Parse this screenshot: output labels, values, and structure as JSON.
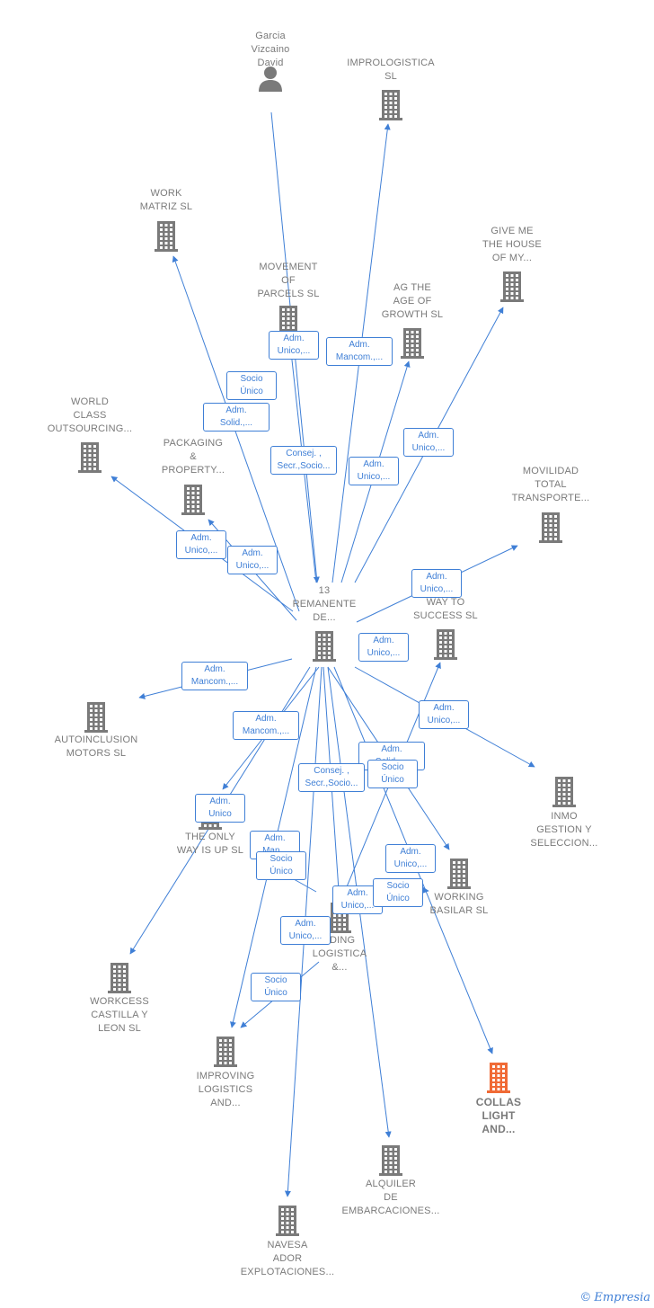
{
  "colors": {
    "edge": "#3f7fd6",
    "node": "#7a7a7a",
    "highlight": "#f06a35"
  },
  "footer": {
    "copyright": "©",
    "brand": "Empresia"
  },
  "nodes": [
    {
      "id": "person",
      "label": "Garcia\nVizcaino\nDavid",
      "icon": "person-icon"
    },
    {
      "id": "improl",
      "label": "IMPROLOGISTICA\nSL",
      "icon": "building-icon"
    },
    {
      "id": "workmatriz",
      "label": "WORK\nMATRIZ  SL",
      "icon": "building-icon"
    },
    {
      "id": "movement",
      "label": "MOVEMENT\nOF\nPARCELS  SL",
      "icon": "building-icon"
    },
    {
      "id": "agthe",
      "label": "AG THE\nAGE OF\nGROWTH  SL",
      "icon": "building-icon"
    },
    {
      "id": "giveme",
      "label": "GIVE ME\nTHE HOUSE\nOF MY...",
      "icon": "building-icon"
    },
    {
      "id": "worldclass",
      "label": "WORLD\nCLASS\nOUTSOURCING...",
      "icon": "building-icon"
    },
    {
      "id": "packaging",
      "label": "PACKAGING\n&\nPROPERTY...",
      "icon": "building-icon"
    },
    {
      "id": "movilidad",
      "label": "MOVILIDAD\nTOTAL\nTRANSPORTE...",
      "icon": "building-icon"
    },
    {
      "id": "center",
      "label": "13\nREMANENTE\nDE...",
      "icon": "building-icon"
    },
    {
      "id": "success",
      "label": "S\nWAY TO\nSUCCESS  SL",
      "icon": "building-icon"
    },
    {
      "id": "autoinclusion",
      "label": "AUTOINCLUSION\nMOTORS  SL",
      "icon": "building-icon"
    },
    {
      "id": "inmo",
      "label": "INMO\nGESTION Y\nSELECCION...",
      "icon": "building-icon"
    },
    {
      "id": "theonly",
      "label": "THE ONLY\nWAY IS UP  SL",
      "icon": "building-icon"
    },
    {
      "id": "workingbasilar",
      "label": "WORKING\nBASILAR  SL",
      "icon": "building-icon"
    },
    {
      "id": "holding",
      "label": "LDING\nLOGISTICA\n&...",
      "icon": "building-icon"
    },
    {
      "id": "workcess",
      "label": "WORKCESS\nCASTILLA Y\nLEON  SL",
      "icon": "building-icon"
    },
    {
      "id": "improving",
      "label": "IMPROVING\nLOGISTICS\nAND...",
      "icon": "building-icon"
    },
    {
      "id": "collas",
      "label": "COLLAS\nLIGHT\nAND...",
      "icon": "building-icon"
    },
    {
      "id": "alquiler",
      "label": "ALQUILER\nDE\nEMBARCACIONES...",
      "icon": "building-icon"
    },
    {
      "id": "navesa",
      "label": "NAVESA\nADOR\nEXPLOTACIONES...",
      "icon": "building-icon"
    }
  ],
  "edge_labels": [
    "Adm.\nUnico,...",
    "Adm.\nMancom.,...",
    "Socio\nÚnico",
    "Adm.\nSolid.,...",
    "Consej. ,\nSecr.,Socio...",
    "Adm.\nUnico,...",
    "Adm.\nUnico,...",
    "Adm.\nUnico,...",
    "Adm.\nUnico,...",
    "Adm.\nUnico,...",
    "Adm.\nMancom.,...",
    "Adm.\nUnico,...",
    "Adm.\nMancom.,...",
    "Adm.\nUnico,...",
    "Adm.\nSolid.,...",
    "Socio\nÚnico",
    "Consej. ,\nSecr.,Socio...",
    "Adm.\nUnico",
    "Adm.\nMan...",
    "Socio\nÚnico",
    "Adm.\nUnico,...",
    "Socio\nÚnico",
    "Adm.\nUnico,...",
    "Adm.\nUnico,...",
    "Socio\nÚnico"
  ]
}
